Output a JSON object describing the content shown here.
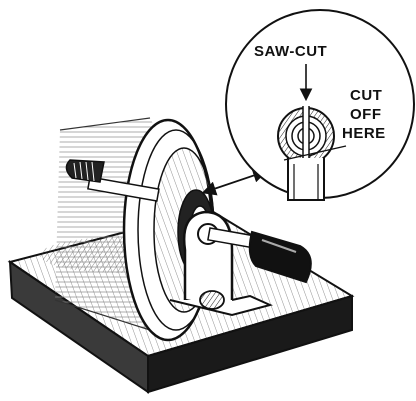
{
  "labels": {
    "saw_cut": "SAW-CUT",
    "cut_off_line1": "CUT",
    "cut_off_line2": "OFF",
    "cut_off_line3": "HERE"
  },
  "colors": {
    "ink": "#111111",
    "paper": "#ffffff",
    "shade": "#555555"
  }
}
